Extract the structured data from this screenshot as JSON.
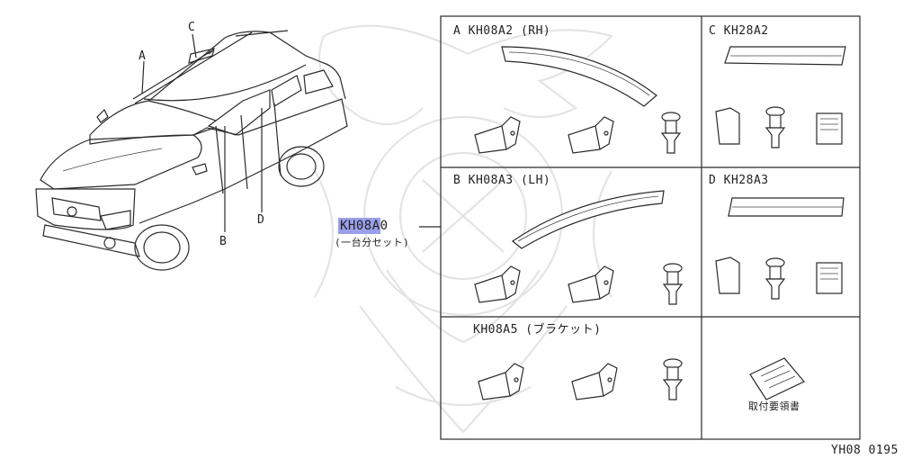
{
  "car_labels": {
    "a": "A",
    "b": "B",
    "c": "C",
    "d": "D"
  },
  "assembly": {
    "part_prefix": "KH08A",
    "part_suffix": "0",
    "note": "(一台分セット)"
  },
  "cells": {
    "a": {
      "title": "A  KH08A2 (RH)"
    },
    "b": {
      "title": "B  KH08A3 (LH)"
    },
    "c": {
      "title": "C  KH28A2"
    },
    "d": {
      "title": "D  KH28A3"
    },
    "e": {
      "title": "KH08A5 (ブラケット)"
    },
    "f": {
      "caption": "取付要領書"
    }
  },
  "drawing_code": "YH08 0195",
  "colors": {
    "highlight": "#9aa0ea",
    "line": "#2a2a2a",
    "watermark": "#e4e4e4"
  }
}
